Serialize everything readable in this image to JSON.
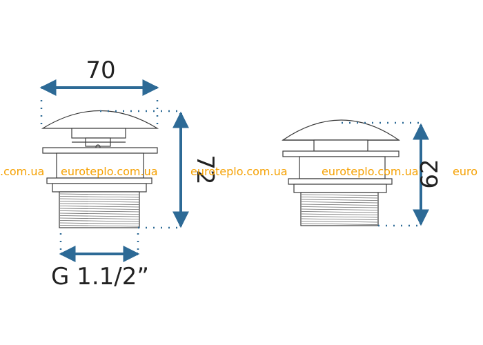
{
  "colors": {
    "outline": "#3a3a3a",
    "dimension": "#2d6a96",
    "watermark": "#f5a000",
    "text": "#222222"
  },
  "dimensions": {
    "width_label": "70",
    "height_left_label": "72",
    "height_right_label": "62",
    "thread_label": "G 1.1/2”"
  },
  "watermark": {
    "text": "euroteplo.com.ua",
    "fragment_left": ".com.ua",
    "fragment_right": "euro"
  }
}
